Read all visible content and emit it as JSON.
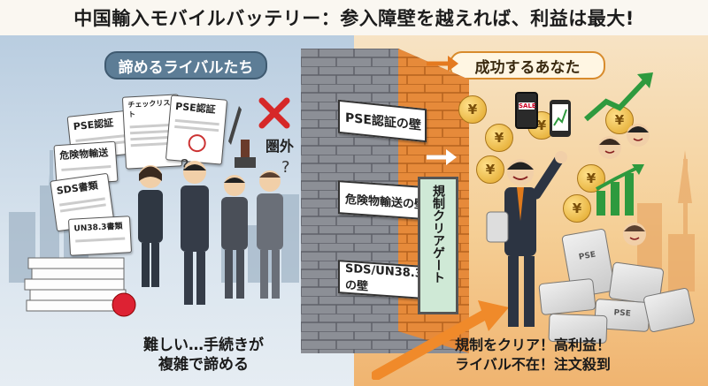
{
  "title": "中国輸入モバイルバッテリー：参入障壁を越えれば、利益は最大!",
  "left": {
    "label": "諦めるライバルたち",
    "docs": [
      "PSE認証",
      "チェックリスト",
      "PSE認証",
      "危険物輸送",
      "SDS書類",
      "UN38.3書類"
    ],
    "stamp": "圏外",
    "caption_line1": "難しい…手続きが",
    "caption_line2": "複雑で諦める"
  },
  "wall": {
    "signs": [
      "PSE認証の壁",
      "危険物輸送の壁",
      "SDS/UN38.3の壁"
    ],
    "gate": "規制クリアゲート"
  },
  "right": {
    "label": "成功するあなた",
    "coin_symbol": "¥",
    "sale_tag": "SALE",
    "battery_mark": "PSE",
    "caption_line1": "規制をクリア！高利益！",
    "caption_line2": "ライバル不在！注文殺到"
  },
  "colors": {
    "wall": "#8c8f96",
    "wall_orange": "#e68a3a",
    "accent_green": "#2e9a3e",
    "cross_red": "#d62828"
  }
}
